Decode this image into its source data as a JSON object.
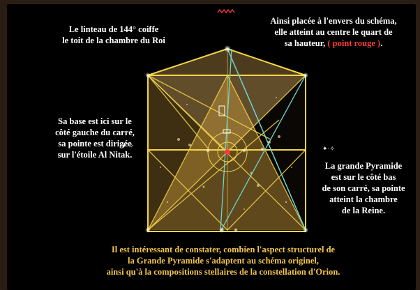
{
  "texts": {
    "top_left": {
      "l1": "Le linteau de 144° coiffe",
      "l2": "le toit de la chambre du Roi"
    },
    "top_right": {
      "l1": "Ainsi placée à l'envers du schéma,",
      "l2": "elle atteint au centre le quart de",
      "l3_a": "sa hauteur, ",
      "l3_b": "( point rouge )",
      "l3_c": "."
    },
    "mid_left": {
      "l1": "Sa base est ici sur le",
      "l2": "côté gauche du carré,",
      "l3": "sa pointe est dirigée",
      "l4": "sur l'étoile Al Nitak."
    },
    "mid_right": {
      "l1": "La grande Pyramide",
      "l2": "est sur le côté bas",
      "l3": "de son carré, sa pointe",
      "l4": "atteint la chambre",
      "l5": "de la Reine."
    },
    "bottom": {
      "l1": "Il est intéressant de constater, combien l'aspect structurel de",
      "l2": "la Grande Pyramide s'adaptent au schéma originel,",
      "l3": "ainsi qu'à la compositions stellaires de la constellation d'Orion."
    }
  },
  "colors": {
    "gold": "#f3c64a",
    "panel": "#000000",
    "frame": "#2a1e14",
    "red": "#ff3a3a",
    "cyan": "#6fd6d0"
  }
}
